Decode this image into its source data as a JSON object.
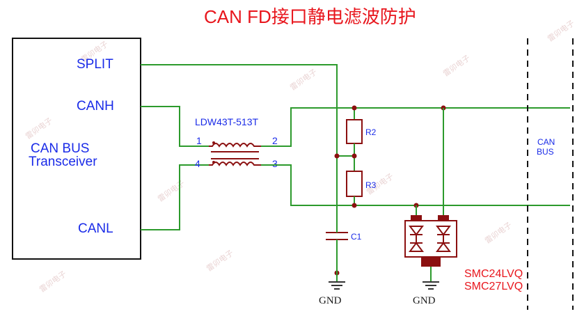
{
  "title": "CAN FD接口静电滤波防护",
  "transceiver": {
    "line1": "CAN BUS",
    "line2": "Transceiver",
    "pins": {
      "split": "SPLIT",
      "canh": "CANH",
      "canl": "CANL"
    }
  },
  "choke": {
    "part_number": "LDW43T-513T",
    "pins": [
      "1",
      "2",
      "4",
      "3"
    ]
  },
  "resistors": [
    "R2",
    "R3"
  ],
  "capacitor": "C1",
  "ground_label": "GND",
  "bus_label": [
    "CAN",
    "BUS"
  ],
  "tvs_parts": [
    "SMC24LVQ",
    "SMC27LVQ"
  ],
  "watermark_text": "雷卯电子",
  "colors": {
    "title": "#e8151c",
    "labels": "#1a2be8",
    "wire": "#2c9a2c",
    "component": "#8b1010",
    "tvs_part_text": "#e8151c"
  }
}
